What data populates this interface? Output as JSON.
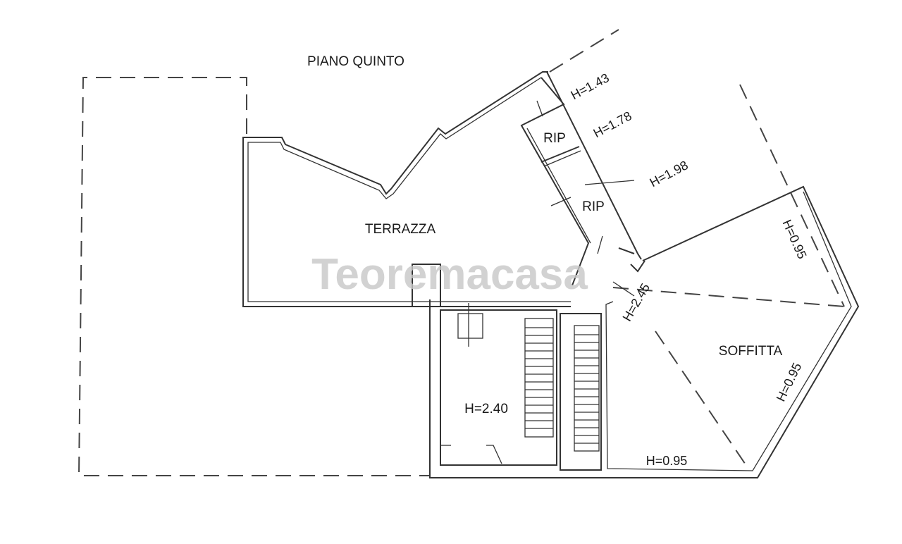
{
  "plan": {
    "floor_title": "PIANO QUINTO",
    "rooms": {
      "terrace": "TERRAZZA",
      "storage_1": "RIP",
      "storage_2": "RIP",
      "attic": "SOFFITTA"
    },
    "heights": {
      "h143": "H=1.43",
      "h178": "H=1.78",
      "h198": "H=1.98",
      "h095_right": "H=0.95",
      "h245": "H=2.45",
      "h095_diag": "H=0.95",
      "h240": "H=2.40",
      "h095_bottom": "H=0.95"
    }
  },
  "watermark": "Teoremacasa"
}
